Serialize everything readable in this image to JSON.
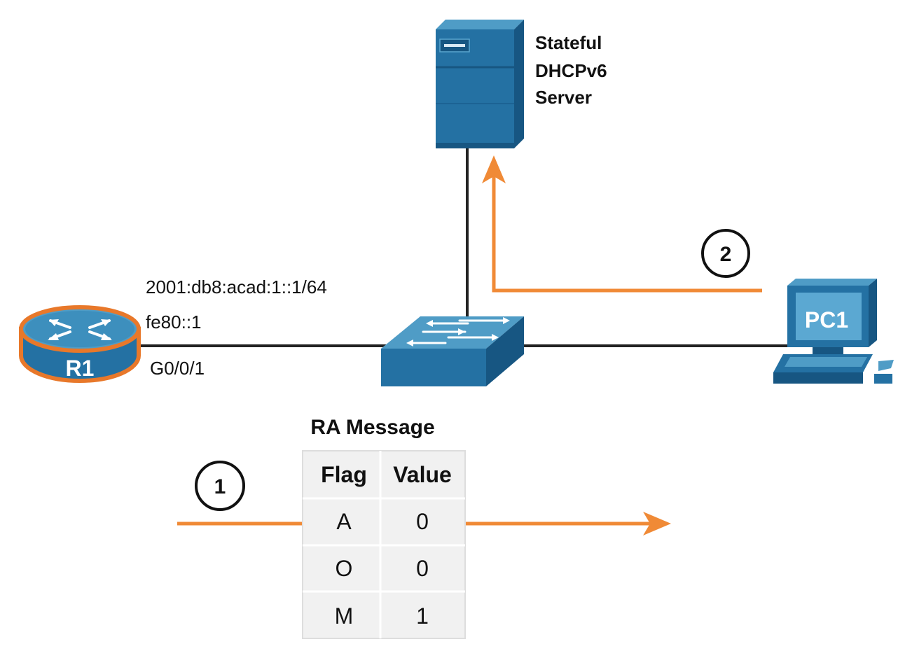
{
  "colors": {
    "device_blue": "#2471a3",
    "device_blue_dark": "#175682",
    "device_blue_light": "#4f9cc6",
    "link": "#222222",
    "flow_orange": "#f08a36",
    "router_ring": "#e8782a",
    "table_bg": "#f1f1f1",
    "table_grid": "#dddddd"
  },
  "server": {
    "label_lines": [
      "Stateful",
      "DHCPv6",
      "Server"
    ],
    "icon": "server-icon"
  },
  "router": {
    "label": "R1",
    "icon": "router-icon",
    "ipv6_address": "2001:db8:acad:1::1/64",
    "link_local": "fe80::1",
    "interface": "G0/0/1"
  },
  "switch": {
    "icon": "switch-icon"
  },
  "pc": {
    "label": "PC1",
    "icon": "pc-icon"
  },
  "steps": {
    "step1": "1",
    "step2": "2"
  },
  "ra_message": {
    "title": "RA Message",
    "headers": [
      "Flag",
      "Value"
    ],
    "rows": [
      {
        "flag": "A",
        "value": "0"
      },
      {
        "flag": "O",
        "value": "0"
      },
      {
        "flag": "M",
        "value": "1"
      }
    ]
  }
}
